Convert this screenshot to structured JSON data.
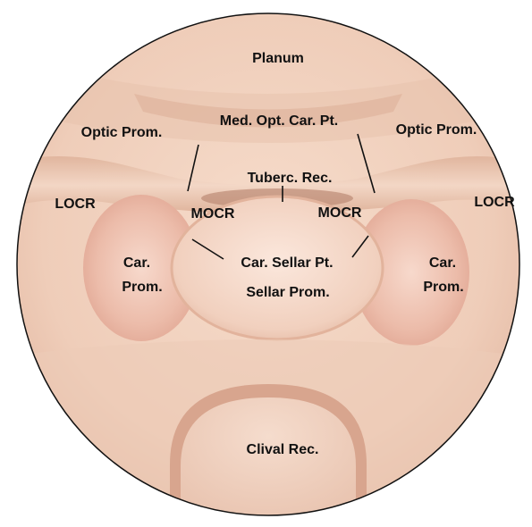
{
  "labels": {
    "planum": "Planum",
    "med_opt_car_pt": "Med. Opt. Car. Pt.",
    "optic_prom_left": "Optic Prom.",
    "optic_prom_right": "Optic Prom.",
    "tuberc_rec": "Tuberc. Rec.",
    "locr_left": "LOCR",
    "locr_right": "LOCR",
    "mocr_left": "MOCR",
    "mocr_right": "MOCR",
    "car_left_line1": "Car.",
    "car_left_line2": "Prom.",
    "car_right_line1": "Car.",
    "car_right_line2": "Prom.",
    "car_sellar_pt": "Car. Sellar Pt.",
    "sellar_prom": "Sellar Prom.",
    "clival_rec": "Clival Rec."
  }
}
